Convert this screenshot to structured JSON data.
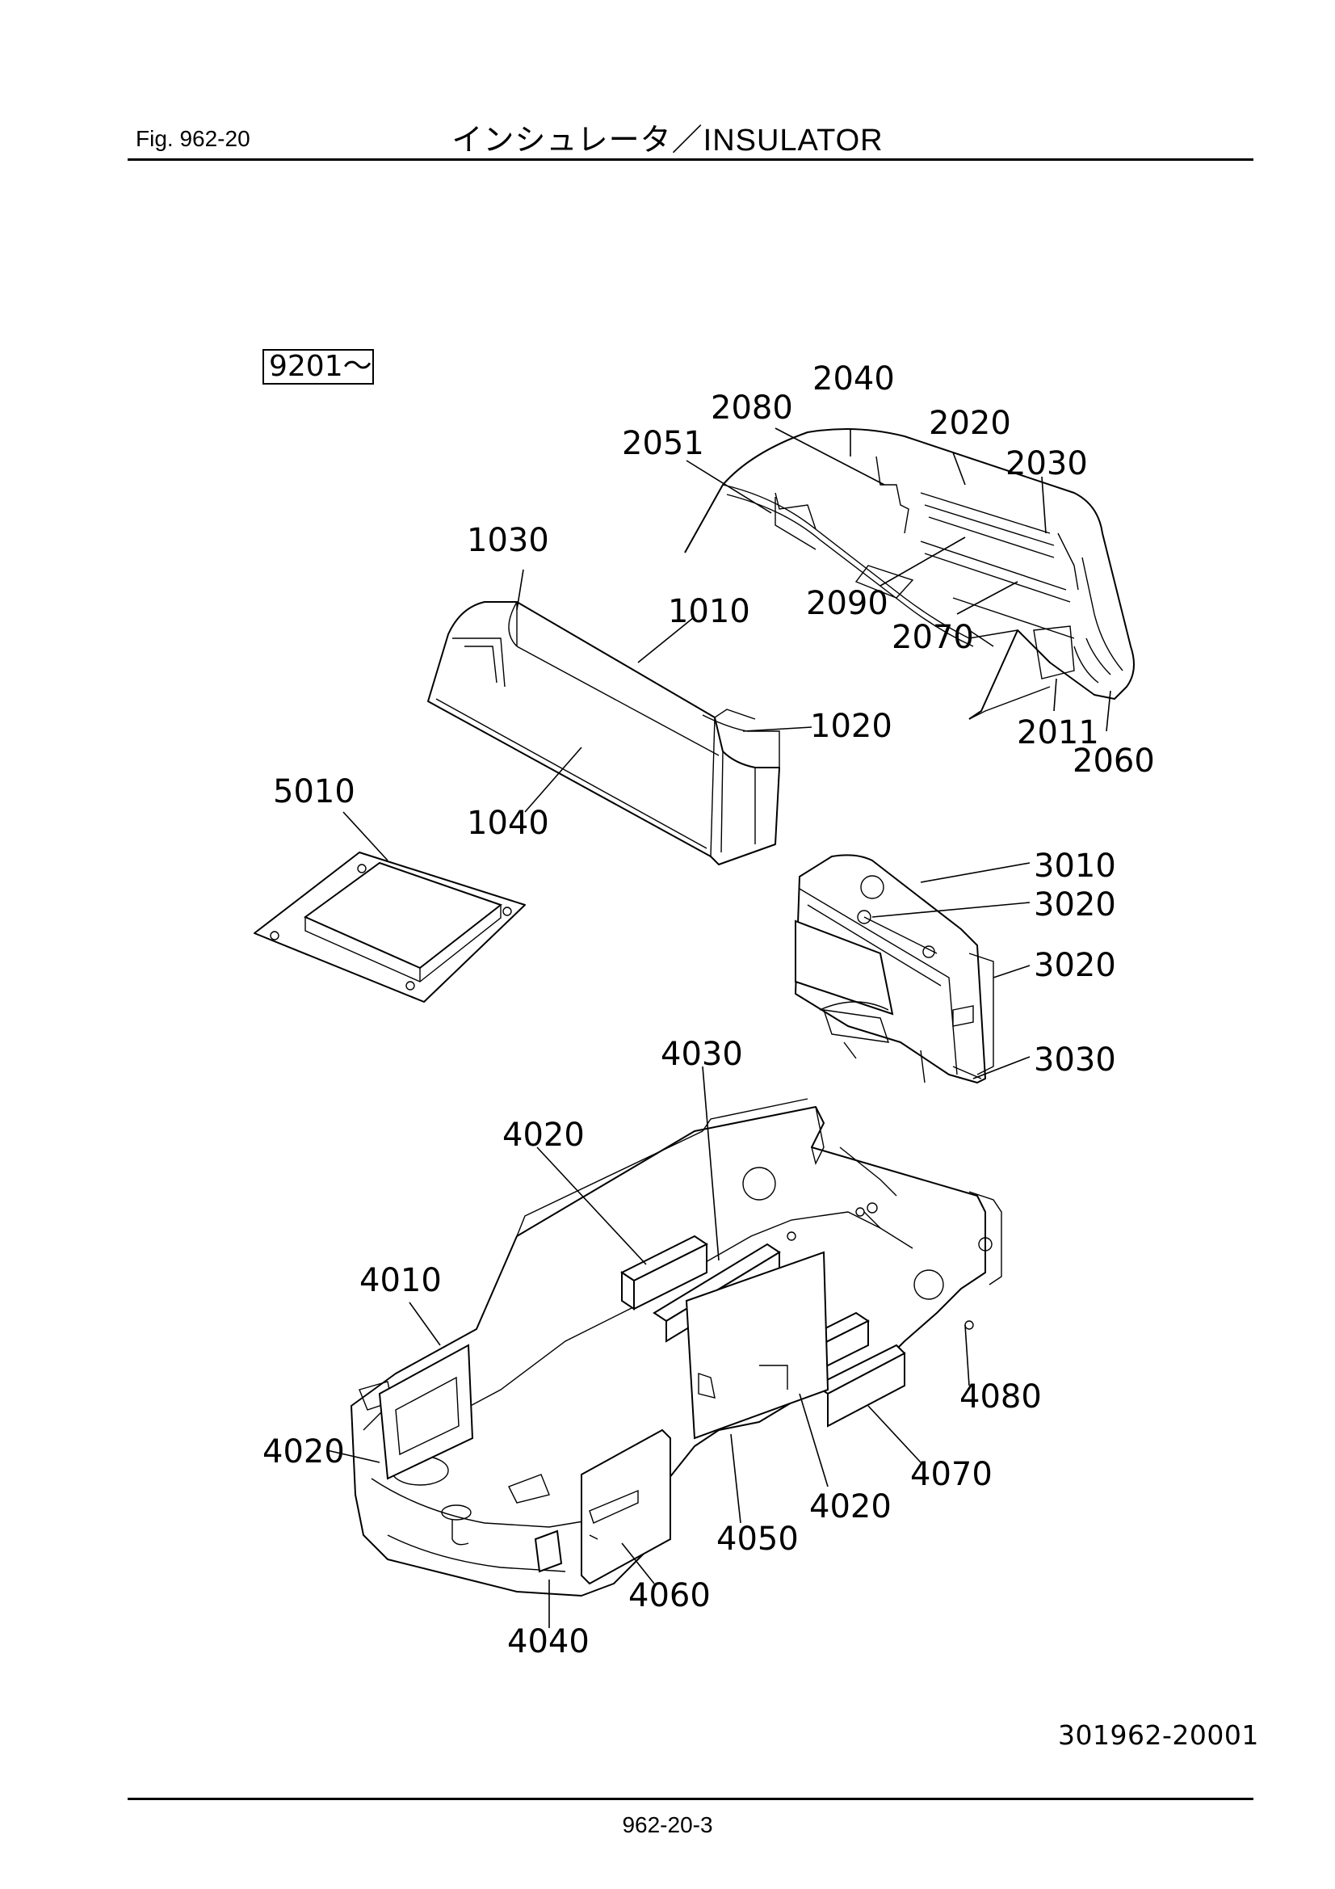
{
  "header": {
    "figure_label": "Fig.  962-20",
    "title": "インシュレータ／INSULATOR"
  },
  "serial_range": "9201～",
  "callouts": {
    "c2040": "2040",
    "c2080": "2080",
    "c2020": "2020",
    "c2051": "2051",
    "c2030": "2030",
    "c1030": "1030",
    "c1010": "1010",
    "c2090": "2090",
    "c2070": "2070",
    "c1020": "1020",
    "c2011": "2011",
    "c2060": "2060",
    "c5010": "5010",
    "c1040": "1040",
    "c3010": "3010",
    "c3020a": "3020",
    "c3020b": "3020",
    "c3030": "3030",
    "c4030": "4030",
    "c4020a": "4020",
    "c4010": "4010",
    "c4080": "4080",
    "c4020b": "4020",
    "c4070": "4070",
    "c4020c": "4020",
    "c4050": "4050",
    "c4060": "4060",
    "c4040": "4040"
  },
  "drawing_number": "301962-20001",
  "footer": {
    "page_number": "962-20-3"
  }
}
